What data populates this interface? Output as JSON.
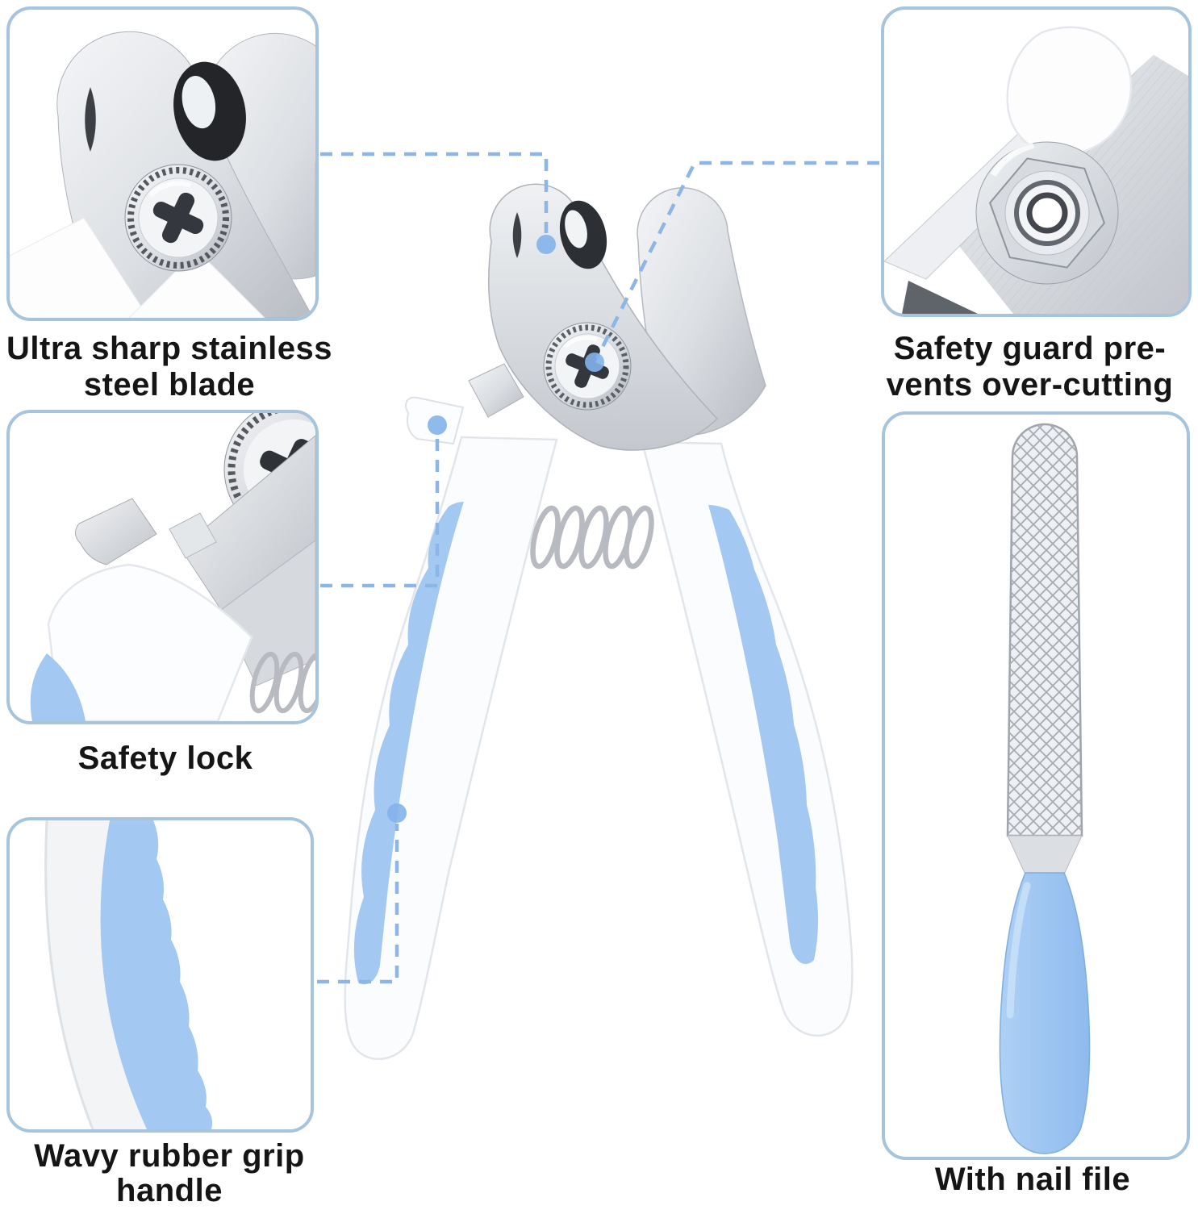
{
  "colors": {
    "box_border": "#a6c4de",
    "connector_dash": "#8cb6e6",
    "feature_dot": "#82b2ea",
    "grip_blue": "#a3c9f2",
    "handle_white": "#fbfcfd",
    "steel_light": "#f2f4f6",
    "steel_dark": "#b6bac1",
    "label_text": "#151515"
  },
  "callouts": {
    "blade": {
      "line1": "Ultra sharp stainless",
      "line2": "steel blade"
    },
    "guard": {
      "line1": "Safety guard pre-",
      "line2": "vents over-cutting"
    },
    "lock": {
      "line1": "Safety lock"
    },
    "grip": {
      "line1": "Wavy rubber grip",
      "line2": "handle"
    },
    "file": {
      "line1": "With nail file"
    }
  }
}
